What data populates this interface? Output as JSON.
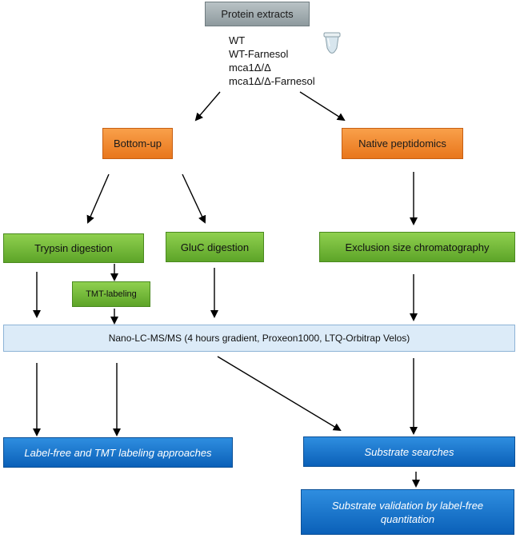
{
  "nodes": {
    "protein_extracts": "Protein extracts",
    "bottom_up": "Bottom-up",
    "native_peptidomics": "Native peptidomics",
    "trypsin_digestion": "Trypsin digestion",
    "gluc_digestion": "GluC digestion",
    "exclusion_size": "Exclusion size chromatography",
    "tmt_labeling": "TMT-labeling",
    "nano_lc": "Nano-LC-MS/MS (4 hours gradient, Proxeon1000, LTQ-Orbitrap Velos)",
    "label_free_tmt": "Label-free and TMT labeling approaches",
    "substrate_searches": "Substrate searches",
    "substrate_validation": "Substrate validation by label-free quantitation"
  },
  "samples": [
    "WT",
    "WT-Farnesol",
    "mca1Δ/Δ",
    "mca1Δ/Δ-Farnesol"
  ],
  "colors": {
    "grey": "#8e9a9e",
    "orange": "#e8761c",
    "green": "#5da428",
    "light_blue": "#dcebf8",
    "dark_blue": "#0a60b8"
  },
  "icons": {
    "tube": "microcentrifuge-tube-icon"
  }
}
